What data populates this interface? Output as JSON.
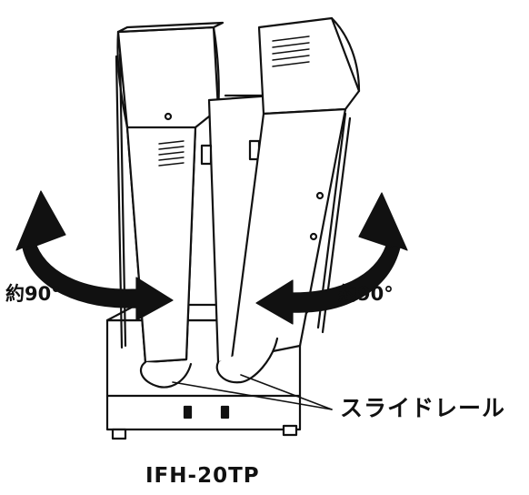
{
  "labels": {
    "angle_left": "約90°",
    "angle_right": "約90°",
    "slide_rail": "スライドレール",
    "model": "IFH-20TP"
  },
  "colors": {
    "line": "#111111",
    "fill": "#ffffff",
    "arrow": "#111111"
  },
  "icons": {
    "rotate_left": "curved-arrow-left",
    "rotate_right": "curved-arrow-right"
  }
}
